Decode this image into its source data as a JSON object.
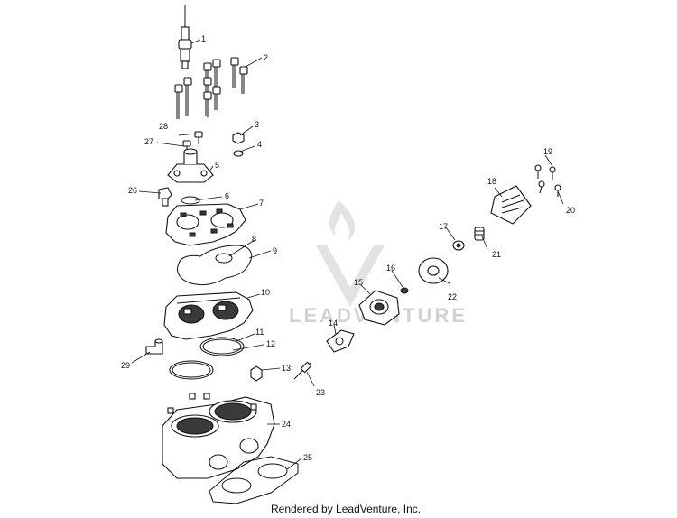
{
  "credit_text": "Rendered by LeadVenture, Inc.",
  "watermark_text": "LEADVENTURE",
  "colors": {
    "ink": "#111111",
    "watermark": "#d2d2d2",
    "background": "#ffffff"
  },
  "callouts": [
    {
      "id": "1",
      "label": "1"
    },
    {
      "id": "2",
      "label": "2"
    },
    {
      "id": "3",
      "label": "3"
    },
    {
      "id": "4",
      "label": "4"
    },
    {
      "id": "5",
      "label": "5"
    },
    {
      "id": "6",
      "label": "6"
    },
    {
      "id": "7",
      "label": "7"
    },
    {
      "id": "8",
      "label": "8"
    },
    {
      "id": "9",
      "label": "9"
    },
    {
      "id": "10",
      "label": "10"
    },
    {
      "id": "11",
      "label": "11"
    },
    {
      "id": "12",
      "label": "12"
    },
    {
      "id": "13",
      "label": "13"
    },
    {
      "id": "14",
      "label": "14"
    },
    {
      "id": "15",
      "label": "15"
    },
    {
      "id": "16",
      "label": "16"
    },
    {
      "id": "17",
      "label": "17"
    },
    {
      "id": "18",
      "label": "18"
    },
    {
      "id": "19",
      "label": "19"
    },
    {
      "id": "20",
      "label": "20"
    },
    {
      "id": "21",
      "label": "21"
    },
    {
      "id": "22",
      "label": "22"
    },
    {
      "id": "23",
      "label": "23"
    },
    {
      "id": "24",
      "label": "24"
    },
    {
      "id": "25",
      "label": "25"
    },
    {
      "id": "26",
      "label": "26"
    },
    {
      "id": "27",
      "label": "27"
    },
    {
      "id": "28",
      "label": "28"
    },
    {
      "id": "29",
      "label": "29"
    }
  ]
}
